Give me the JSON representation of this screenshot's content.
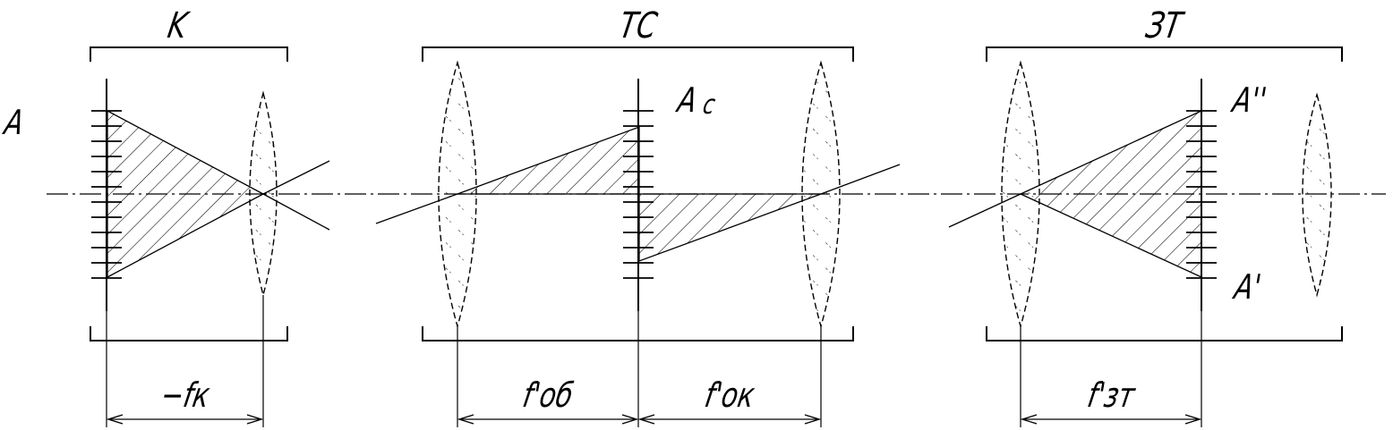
{
  "labels": {
    "block_k": "K",
    "block_tc": "TC",
    "block_zt": "ЗТ",
    "point_a": "A",
    "point_ac": "A",
    "point_ac_sub": "c",
    "point_a_double": "A''",
    "point_a_prime": "A'"
  },
  "dimensions": {
    "fk": "−fк",
    "fob": "f'об",
    "fok": "f'ок",
    "fzt": "f'зт"
  }
}
